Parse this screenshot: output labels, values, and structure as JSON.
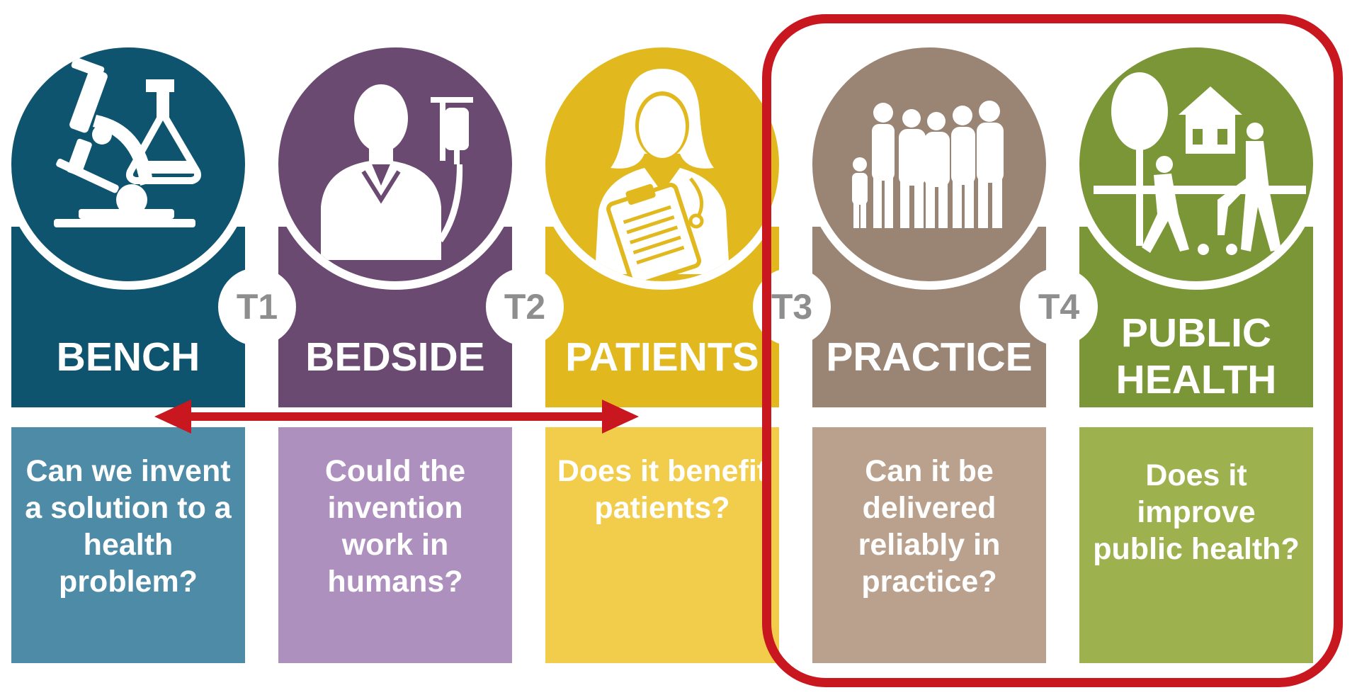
{
  "stages": [
    {
      "id": "bench",
      "label": "BENCH",
      "question": "Can we invent a solution to a health problem?",
      "dark": "#0f546e",
      "light": "#4d8ba6",
      "icon": "microscope-flask-icon"
    },
    {
      "id": "bedside",
      "label": "BEDSIDE",
      "question": "Could the invention work in humans?",
      "dark": "#6b4a72",
      "light": "#ad90bd",
      "icon": "patient-iv-drip-icon"
    },
    {
      "id": "patients",
      "label": "PATIENTS",
      "question": "Does it benefit patients?",
      "dark": "#e1b91f",
      "light": "#f2cd4c",
      "icon": "doctor-clipboard-icon"
    },
    {
      "id": "practice",
      "label": "PRACTICE",
      "question": "Can it be delivered reliably in practice?",
      "dark": "#9a8473",
      "light": "#b9a18d",
      "icon": "family-group-icon"
    },
    {
      "id": "public-health",
      "label": "PUBLIC HEALTH",
      "label_line1": "PUBLIC",
      "label_line2": "HEALTH",
      "question": "Does it improve public health?",
      "dark": "#7a9636",
      "light": "#9db24e",
      "icon": "park-community-icon"
    }
  ],
  "transitions": [
    "T1",
    "T2",
    "T3",
    "T4"
  ],
  "colors": {
    "highlight_frame": "#c8171e",
    "arrow": "#c8171e",
    "badge_text": "#8e8e8e"
  },
  "annotations": {
    "arrow_span": [
      "bench",
      "patients"
    ],
    "highlight_frame_span": [
      "practice",
      "public-health"
    ]
  }
}
